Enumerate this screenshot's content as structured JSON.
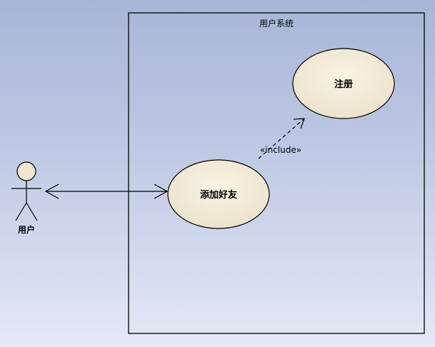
{
  "system_boundary": {
    "title": "用户系统"
  },
  "actor": {
    "name": "用户"
  },
  "use_cases": [
    {
      "id": "register",
      "label": "注册"
    },
    {
      "id": "add-friend",
      "label": "添加好友"
    }
  ],
  "relationships": [
    {
      "type": "association",
      "from": "用户",
      "to": "添加好友",
      "arrows": "both"
    },
    {
      "type": "include",
      "from": "添加好友",
      "to": "注册",
      "stereotype": "«include»"
    }
  ],
  "colors": {
    "background_top": "#a9b5d6",
    "background_bottom": "#e4e9f5",
    "usecase_fill": "#efe6d2",
    "line": "#000000"
  }
}
